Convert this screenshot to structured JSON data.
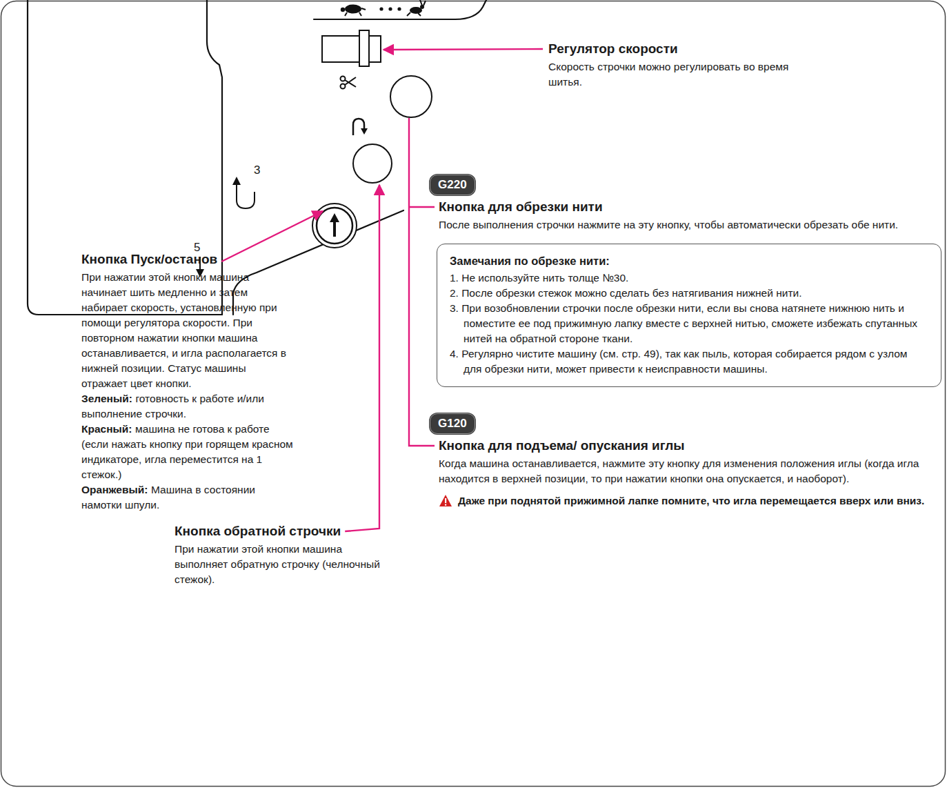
{
  "diagram": {
    "nodes": [
      {
        "text": [
          "G220"
        ]
      },
      {
        "text": [
          "Замечания по обрезке нити:",
          "1. Не используйте нить толще №30.",
          "2. После обрезки стежок можно сделать без натягивания нижней нити.",
          "3. При возобновлении строчки после обрезки нити, если вы снова натянете нижнюю нить и поместите ее под прижимную лапку вместе с верхней нитью, сможете избежать спутанных нитей на обратной стороне ткани.",
          "4. Регулярно чистите машину (см. стр. 49), так как пыль, которая собирается рядом с узлом для обрезки нити, может привести к неисправности машины."
        ]
      },
      {
        "text": [
          "G120"
        ]
      }
    ],
    "labels": [
      "3",
      "5",
      "Регулятор скорости",
      "Скорость строчки можно регулировать во время шитья.",
      "Кнопка для обрезки нити",
      "После выполнения строчки нажмите на эту кнопку, чтобы автоматически обрезать обе нити.",
      "Кнопка Пуск/останов",
      "При нажатии этой кнопки машина начинает шить медленно и затем набирает скорость, установленную при помощи регулятора скорости. При повторном нажатии кнопки машина останавливается, и игла располагается в нижней позиции. Статус машины отражает цвет кнопки.",
      "Зеленый:",
      "готовность к работе и/или выполнение строчки.",
      "Красный:",
      "машина не готова к работе (если нажать кнопку при горящем красном индикаторе, игла переместится на 1 стежок.)",
      "Оранжевый:",
      "Машина в состоянии намотки шпули.",
      "Кнопка обратной строчки",
      "При нажатии этой кнопки машина выполняет обратную строчку (челночный стежок).",
      "Кнопка для подъема/ опускания иглы",
      "Когда машина останавливается, нажмите эту кнопку для изменения положения иглы (когда игла находится в верхней позиции, то при нажатии кнопки она опускается, и наоборот).",
      "Даже при поднятой прижимной лапке помните, что игла перемещается вверх или вниз."
    ]
  }
}
